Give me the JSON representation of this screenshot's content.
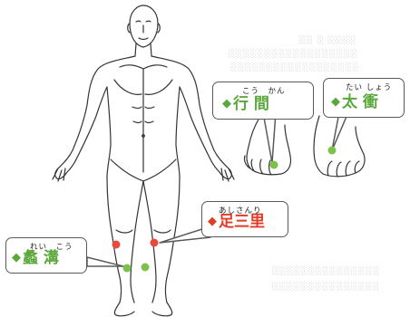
{
  "colors": {
    "green_point": "#7cc24a",
    "red_point": "#e84a3c",
    "green_text": "#5aa83a",
    "red_text": "#e03c2a"
  },
  "callouts": {
    "gyokan": {
      "furigana": "こう　かん",
      "name": "行 間",
      "color": "green"
    },
    "taisho": {
      "furigana": "たい しょう",
      "name": "太 衝",
      "color": "green"
    },
    "ashisanri": {
      "furigana": "あしさんり",
      "name": "足三里",
      "color": "red"
    },
    "reiko": {
      "furigana": "れい　こう",
      "name": "蠡 溝",
      "color": "green"
    }
  }
}
